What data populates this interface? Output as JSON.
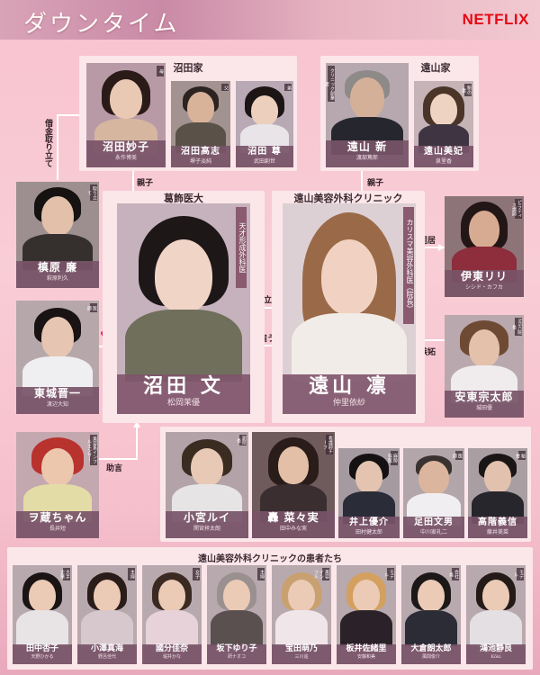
{
  "header": {
    "title": "ダウンタイム",
    "brand": "NETFLIX"
  },
  "groups": {
    "numata_family": "沼田家",
    "toyama_family": "遠山家",
    "katsushika": "葛飾医大",
    "toyama_clinic": "遠山美容外科クリニック",
    "patients": "遠山美容外科クリニックの患者たち"
  },
  "relations": {
    "debt": "借金取り立て",
    "parent_child_left": "親子",
    "parent_child_right": "親子",
    "rivalry": "対立",
    "hire": "雇う",
    "cohabit": "同居",
    "jealousy": "嫉妬",
    "advice": "助言"
  },
  "characters": {
    "taeko": {
      "name": "沼田妙子",
      "actor": "永作博美",
      "tag": "母"
    },
    "takashi": {
      "name": "沼田高志",
      "actor": "堺子淡純",
      "tag": "父"
    },
    "kaoru": {
      "name": "沼田 尊",
      "actor": "武田創世",
      "tag": "弟"
    },
    "arata": {
      "name": "遠山 新",
      "actor": "渡部篤郎",
      "tag": "クリニック創業者"
    },
    "miki": {
      "name": "遠山美妃",
      "actor": "泉里香",
      "tag": "新の妻"
    },
    "ren": {
      "name": "槙原 廉",
      "actor": "萩原利久",
      "tag": "取り立て"
    },
    "aya": {
      "name": "沼田 文",
      "actor": "松岡茉優",
      "tag": "天才形成外科医"
    },
    "rin": {
      "name": "遠山 凛",
      "actor": "仲里依紗",
      "tag": "カリスマ美容外科医（院長）"
    },
    "riri": {
      "name": "伊東リリ",
      "actor": "シシド・カフカ",
      "tag": "ピラティス講師"
    },
    "shinichi": {
      "name": "東城晋一",
      "actor": "渡辺大知",
      "tag": "医師"
    },
    "sotaro": {
      "name": "安東宗太郎",
      "actor": "城田優",
      "tag": "MSC院長"
    },
    "kokura": {
      "name": "ヲ蔵ちゃん",
      "actor": "長井短",
      "tag": "美容系インフルエンサー"
    },
    "rui": {
      "name": "小宮ルイ",
      "actor": "関宮拝太朗",
      "tag": "副院長"
    },
    "nanami": {
      "name": "轟 菜々実",
      "actor": "田中みな実",
      "tag": "看護師チーフ"
    },
    "yusuke": {
      "name": "井上優介",
      "actor": "田村健太郎",
      "tag": "麻酔科医"
    },
    "fumio": {
      "name": "足田文男",
      "actor": "中川家礼二",
      "tag": "医師"
    },
    "kiyonobu": {
      "name": "高階義信",
      "actor": "藤井美菜",
      "tag": "秘書"
    }
  },
  "patients": [
    {
      "name": "田中杏子",
      "actor": "天野ひかる",
      "tag": "大手企業"
    },
    {
      "name": "小澤真海",
      "actor": "野呂佳代",
      "tag": "主婦"
    },
    {
      "name": "國分佳奈",
      "actor": "堀井かな",
      "tag": "女子"
    },
    {
      "name": "坂下ゆり子",
      "actor": "研ナオコ",
      "tag": "主婦"
    },
    {
      "name": "宝田萌乃",
      "actor": "三川遥",
      "tag": "美容インフル"
    },
    {
      "name": "板井佐緒里",
      "actor": "安藤和美",
      "tag": "モデル"
    },
    {
      "name": "大倉朗太郎",
      "actor": "風間俊介",
      "tag": "会社員"
    },
    {
      "name": "鴻池静良",
      "actor": "Kōki",
      "tag": "モデル"
    }
  ],
  "colors": {
    "accent": "#7a5468",
    "brand": "#e50914",
    "background": "#f8c8d2",
    "heart": "#e0285a"
  }
}
